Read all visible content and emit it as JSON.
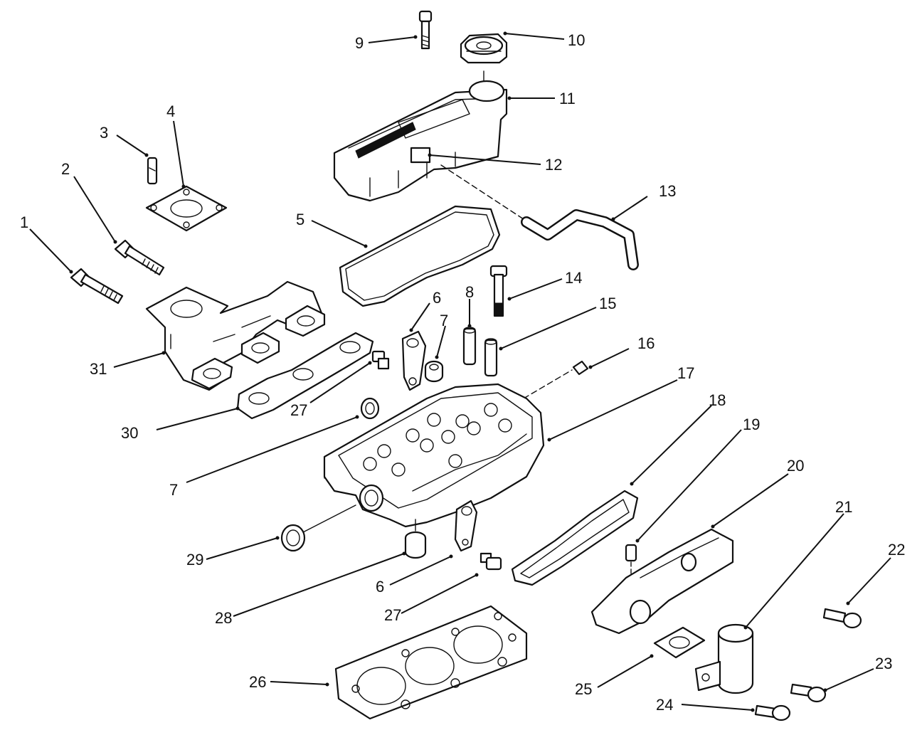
{
  "callouts": [
    {
      "id": "1",
      "label": "1"
    },
    {
      "id": "2",
      "label": "2"
    },
    {
      "id": "3",
      "label": "3"
    },
    {
      "id": "4",
      "label": "4"
    },
    {
      "id": "5",
      "label": "5"
    },
    {
      "id": "6a",
      "label": "6"
    },
    {
      "id": "6b",
      "label": "6"
    },
    {
      "id": "7a",
      "label": "7"
    },
    {
      "id": "7b",
      "label": "7"
    },
    {
      "id": "8",
      "label": "8"
    },
    {
      "id": "9",
      "label": "9"
    },
    {
      "id": "10",
      "label": "10"
    },
    {
      "id": "11",
      "label": "11"
    },
    {
      "id": "12",
      "label": "12"
    },
    {
      "id": "13",
      "label": "13"
    },
    {
      "id": "14",
      "label": "14"
    },
    {
      "id": "15",
      "label": "15"
    },
    {
      "id": "16",
      "label": "16"
    },
    {
      "id": "17",
      "label": "17"
    },
    {
      "id": "18",
      "label": "18"
    },
    {
      "id": "19",
      "label": "19"
    },
    {
      "id": "20",
      "label": "20"
    },
    {
      "id": "21",
      "label": "21"
    },
    {
      "id": "22",
      "label": "22"
    },
    {
      "id": "23",
      "label": "23"
    },
    {
      "id": "24",
      "label": "24"
    },
    {
      "id": "25",
      "label": "25"
    },
    {
      "id": "26",
      "label": "26"
    },
    {
      "id": "27a",
      "label": "27"
    },
    {
      "id": "27b",
      "label": "27"
    },
    {
      "id": "28",
      "label": "28"
    },
    {
      "id": "29",
      "label": "29"
    },
    {
      "id": "30",
      "label": "30"
    },
    {
      "id": "31",
      "label": "31"
    }
  ]
}
